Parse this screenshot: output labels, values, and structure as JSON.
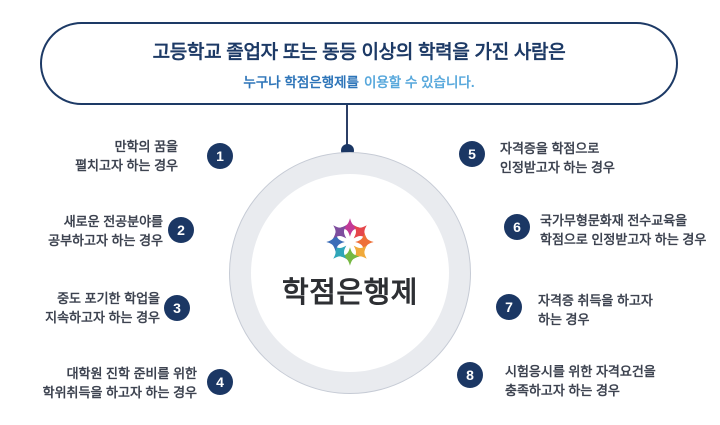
{
  "banner": {
    "title": "고등학교 졸업자 또는 동등 이상의 학력을 가진 사람은",
    "subtitle": {
      "lead": "누구나 학점은행제를",
      "rest": "이용할 수 있습니다."
    }
  },
  "hub": {
    "logo_icon": "pinwheel-flower-icon",
    "logo_text": "학점은행제",
    "petal_colors": [
      "#c23a97",
      "#e5464b",
      "#ee7038",
      "#f0a93a",
      "#76b843",
      "#2fa6b9",
      "#3a6cb8",
      "#7e4d9e"
    ]
  },
  "items": [
    {
      "number": "1",
      "lines": [
        "만학의 꿈을",
        "펼치고자 하는 경우"
      ]
    },
    {
      "number": "2",
      "lines": [
        "새로운 전공분야를",
        "공부하고자 하는 경우"
      ]
    },
    {
      "number": "3",
      "lines": [
        "중도 포기한 학업을",
        "지속하고자 하는 경우"
      ]
    },
    {
      "number": "4",
      "lines": [
        "대학원 진학 준비를 위한",
        "학위취득을 하고자 하는 경우"
      ]
    },
    {
      "number": "5",
      "lines": [
        "자격증을 학점으로",
        "인정받고자 하는 경우"
      ]
    },
    {
      "number": "6",
      "lines": [
        "국가무형문화재 전수교육을",
        "학점으로 인정받고자 하는 경우"
      ]
    },
    {
      "number": "7",
      "lines": [
        "자격증 취득을 하고자",
        "하는 경우"
      ]
    },
    {
      "number": "8",
      "lines": [
        "시험응시를 위한 자격요건을",
        "충족하고자 하는 경우"
      ]
    }
  ],
  "colors": {
    "navy": "#1b3764",
    "title_navy": "#1d3a66",
    "subtitle_blue": "#2e75b9",
    "subtitle_light_blue": "#58a8dc",
    "item_text": "#3d4350",
    "ring_gray": "#e9ebef"
  }
}
